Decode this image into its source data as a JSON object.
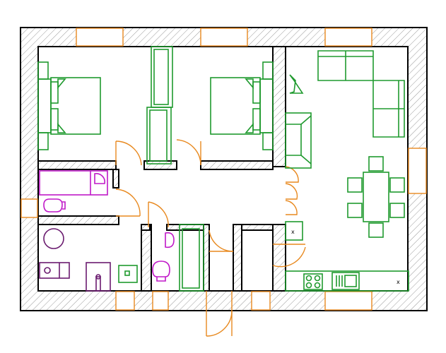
{
  "colors": {
    "wall_line": "#000000",
    "openings": "#e8891f",
    "furniture": "#1f9a2e",
    "sanitary": "#c018c8",
    "bathtub_sink": "#6a1b6f"
  },
  "appliance_marks": {
    "washer": "x",
    "kitchen_corner": "x"
  },
  "rooms": [
    {
      "name": "bedroom-left",
      "items": [
        "double-bed",
        "nightstand-top",
        "nightstand-bottom"
      ]
    },
    {
      "name": "bedroom-right",
      "items": [
        "double-bed",
        "nightstand-top",
        "nightstand-bottom"
      ]
    },
    {
      "name": "living-kitchen",
      "items": [
        "corner-sofa",
        "armchair",
        "fireplace",
        "dining-table",
        "chairs",
        "kitchen-counter",
        "stove",
        "sink"
      ]
    },
    {
      "name": "bathroom",
      "items": [
        "bathtub",
        "toilet"
      ]
    },
    {
      "name": "washroom",
      "items": [
        "round-tub",
        "sink-cabinet",
        "shower-tray",
        "washing-machine"
      ]
    },
    {
      "name": "wc",
      "items": [
        "sink",
        "toilet"
      ]
    }
  ]
}
